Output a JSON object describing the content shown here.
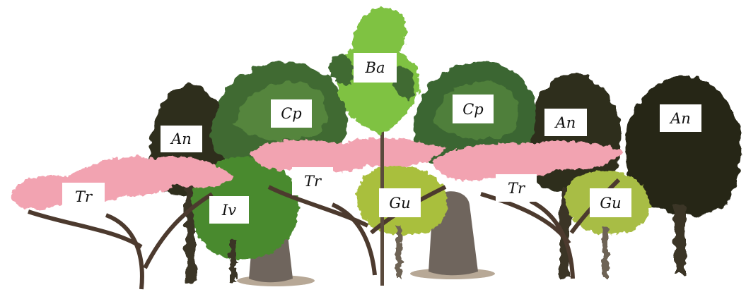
{
  "labels": {
    "an_left": "An",
    "cp_left": "Cp",
    "ba": "Ba",
    "cp_right": "Cp",
    "an_mid": "An",
    "an_right": "An",
    "tr_left": "Tr",
    "iv": "Iv",
    "tr_mid": "Tr",
    "gu_mid": "Gu",
    "tr_right": "Tr",
    "gu_right": "Gu"
  },
  "colors": {
    "background": "#ffffff",
    "dark_canopy": "#2b2a1c",
    "green_canopy": "#3f6b32",
    "bright_canopy": "#7fc243",
    "lime_canopy": "#a9bf3e",
    "pink_blossom": "#f2a3b1",
    "trunk": "#4c3a2e",
    "baobab_trunk": "#6f655d"
  }
}
